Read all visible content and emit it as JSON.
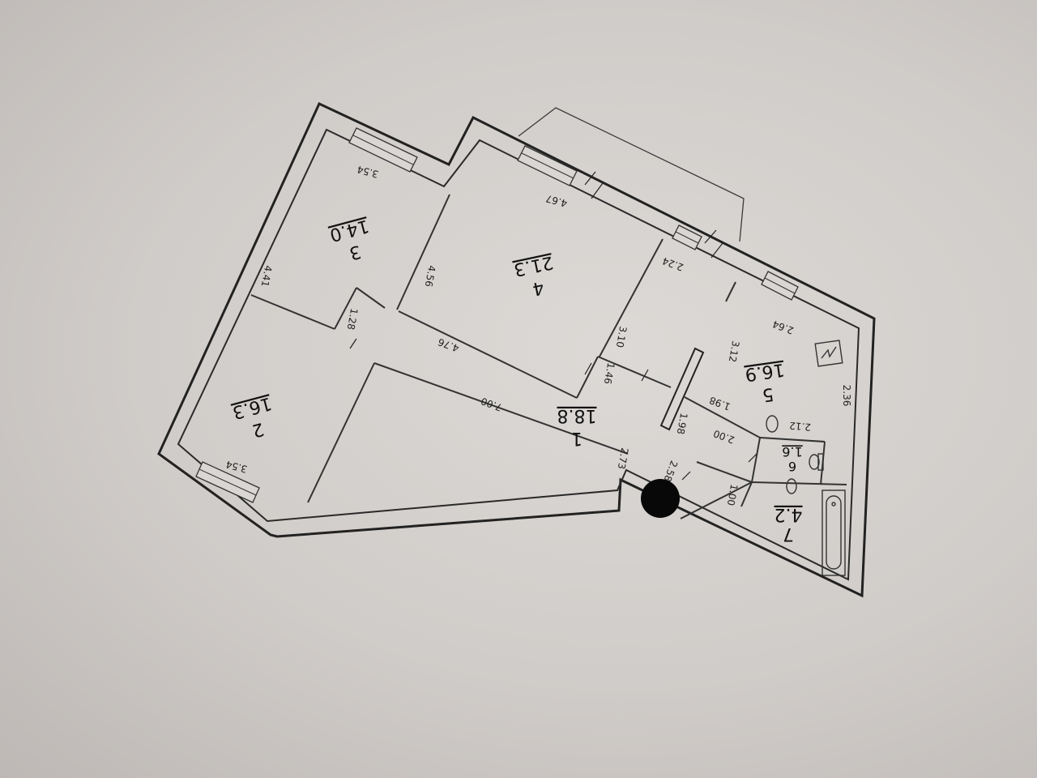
{
  "rooms": [
    {
      "num": "1",
      "area": "18.8"
    },
    {
      "num": "2",
      "area": "16.3"
    },
    {
      "num": "3",
      "area": "14.0"
    },
    {
      "num": "4",
      "area": "21.3"
    },
    {
      "num": "5",
      "area": "16.9"
    },
    {
      "num": "6",
      "area": "1.6"
    },
    {
      "num": "7",
      "area": "4.2"
    }
  ],
  "dimensions": {
    "r3_top": "3.54",
    "r3_left": "4.41",
    "r3_right": "4.56",
    "r2_bottom": "3.54",
    "r4_top": "4.67",
    "r4_right": "2.24",
    "hall_small": "1.28",
    "corridor_top": "4.76",
    "corridor_bottom": "7.00",
    "r4_lower": "3.10",
    "hall_mid": "1.46",
    "r5_left": "3.12",
    "r5_top": "2.64",
    "r5_right": "2.36",
    "r5_wall_a": "1.98",
    "r5_wall_b": "1.98",
    "r5_bottom": "2.00",
    "r6_top": "2.12",
    "hall_end": "2.73",
    "entry": "2.58",
    "r7_left": "1.00"
  },
  "colors": {
    "paper": "#d6d2cf",
    "ink": "#222222"
  }
}
